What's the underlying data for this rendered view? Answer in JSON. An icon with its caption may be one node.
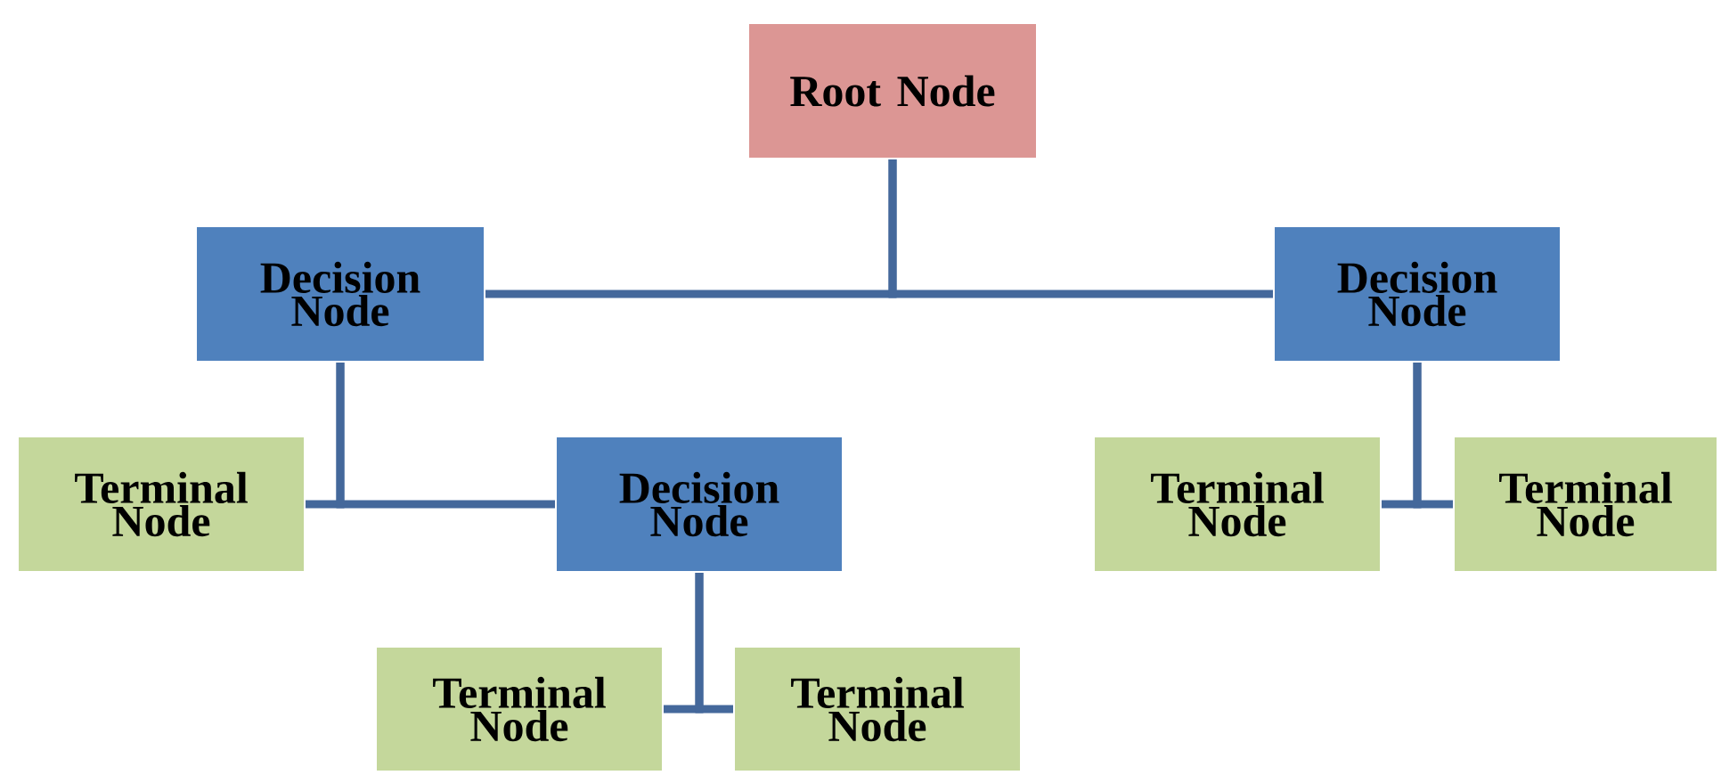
{
  "diagram": {
    "nodes": [
      {
        "text": [
          "Root Node"
        ]
      },
      {
        "text": [
          "Decision Node"
        ]
      },
      {
        "text": [
          "Decision Node"
        ]
      },
      {
        "text": [
          "Terminal Node"
        ]
      },
      {
        "text": [
          "Decision Node"
        ]
      },
      {
        "text": [
          "Terminal Node"
        ]
      },
      {
        "text": [
          "Terminal Node"
        ]
      },
      {
        "text": [
          "Terminal Node"
        ]
      },
      {
        "text": [
          "Terminal Node"
        ]
      }
    ],
    "edges": [
      {
        "from": 0,
        "to": 1,
        "arrow": "none"
      },
      {
        "from": 0,
        "to": 2,
        "arrow": "none"
      },
      {
        "from": 1,
        "to": 3,
        "arrow": "none"
      },
      {
        "from": 1,
        "to": 4,
        "arrow": "none"
      },
      {
        "from": 2,
        "to": 5,
        "arrow": "none"
      },
      {
        "from": 2,
        "to": 6,
        "arrow": "none"
      },
      {
        "from": 4,
        "to": 7,
        "arrow": "none"
      },
      {
        "from": 4,
        "to": 8,
        "arrow": "none"
      }
    ]
  }
}
